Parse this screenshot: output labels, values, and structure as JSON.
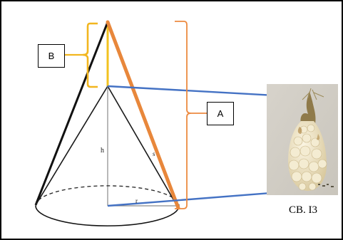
{
  "labels": {
    "box_b": "B",
    "box_a": "A",
    "h": "h",
    "s": "s",
    "r": "r",
    "caption": "CB. I3"
  },
  "colors": {
    "frame": "#000000",
    "cone_lines": "#1a1a1a",
    "orange_edge": "#e8873b",
    "orange_bracket": "#ed8a40",
    "yellow_bracket": "#f2b61f",
    "yellow_axis": "#f2c21f",
    "blue_connectors": "#4472c4",
    "photo_background": "#dcd8cf",
    "specimen": "#e6dcc0"
  },
  "icons": {
    "photo": "ear-of-corn-specimen-photo"
  }
}
